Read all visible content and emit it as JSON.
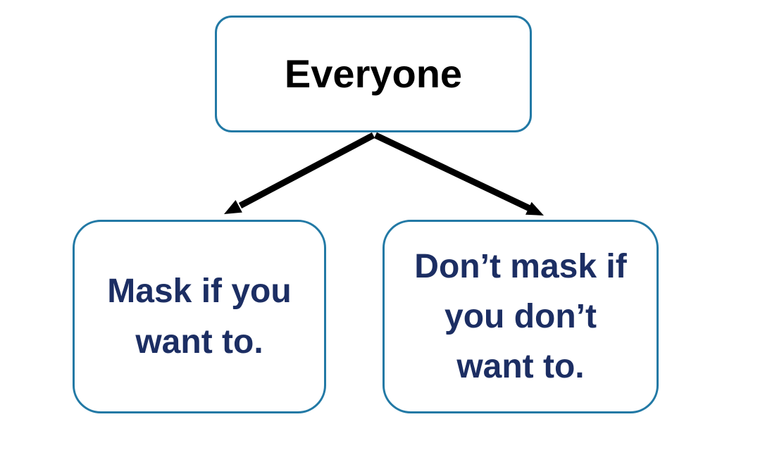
{
  "diagram": {
    "type": "flowchart",
    "root": {
      "label": "Everyone"
    },
    "children": [
      {
        "label": "Mask if you\nwant to."
      },
      {
        "label": "Don’t mask if\nyou don’t\nwant to."
      }
    ],
    "edges": [
      {
        "from": "Everyone",
        "to": "Mask if you want to."
      },
      {
        "from": "Everyone",
        "to": "Don’t mask if you don’t want to."
      }
    ],
    "colors": {
      "background": "#ffffff",
      "box_border": "#2279a5",
      "box_fill": "#ffffff",
      "root_text": "#000000",
      "child_text": "#1c2e63",
      "arrow": "#000000"
    }
  }
}
